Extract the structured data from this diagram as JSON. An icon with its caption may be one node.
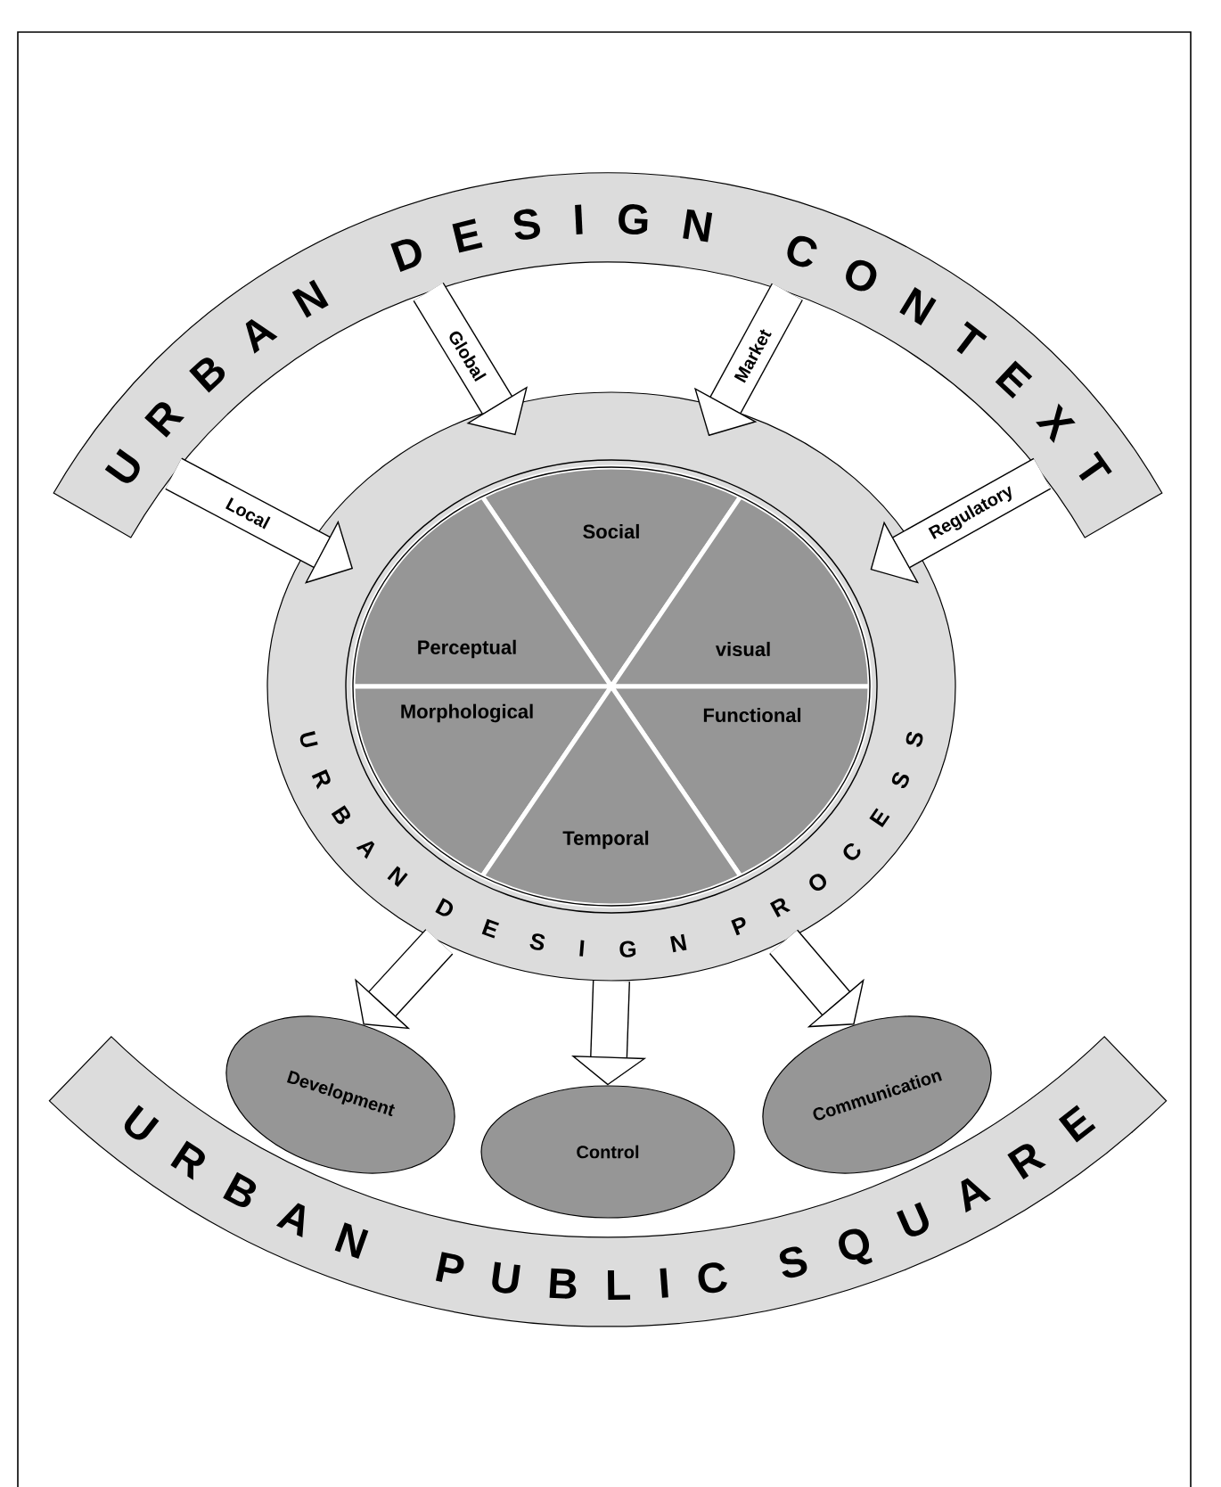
{
  "diagram": {
    "nodes": [
      {
        "text": [
          "URBAN DESIGN CONTEXT"
        ]
      },
      {
        "text": [
          "URBAN",
          "DESIGN",
          "PROCESS"
        ]
      },
      {
        "text": [
          "Social"
        ],
        "in": 1
      },
      {
        "text": [
          "Perceptual"
        ],
        "in": 1
      },
      {
        "text": [
          "visual"
        ],
        "in": 1
      },
      {
        "text": [
          "Morphological"
        ],
        "in": 1
      },
      {
        "text": [
          "Functional"
        ],
        "in": 1
      },
      {
        "text": [
          "Temporal"
        ],
        "in": 1
      },
      {
        "text": [
          "Development"
        ]
      },
      {
        "text": [
          "Control"
        ]
      },
      {
        "text": [
          "Communication"
        ]
      },
      {
        "text": [
          "URBAN",
          "PUBLIC",
          "SQUARE"
        ]
      }
    ],
    "edges": [
      {
        "from": 0,
        "to": 1,
        "arrow": "to",
        "label": "Local"
      },
      {
        "from": 0,
        "to": 1,
        "arrow": "to",
        "label": "Global"
      },
      {
        "from": 0,
        "to": 1,
        "arrow": "to",
        "label": "Market"
      },
      {
        "from": 0,
        "to": 1,
        "arrow": "to",
        "label": "Regulatory"
      },
      {
        "from": 1,
        "to": 8,
        "arrow": "to"
      },
      {
        "from": 1,
        "to": 9,
        "arrow": "to"
      },
      {
        "from": 1,
        "to": 10,
        "arrow": "to"
      }
    ]
  }
}
